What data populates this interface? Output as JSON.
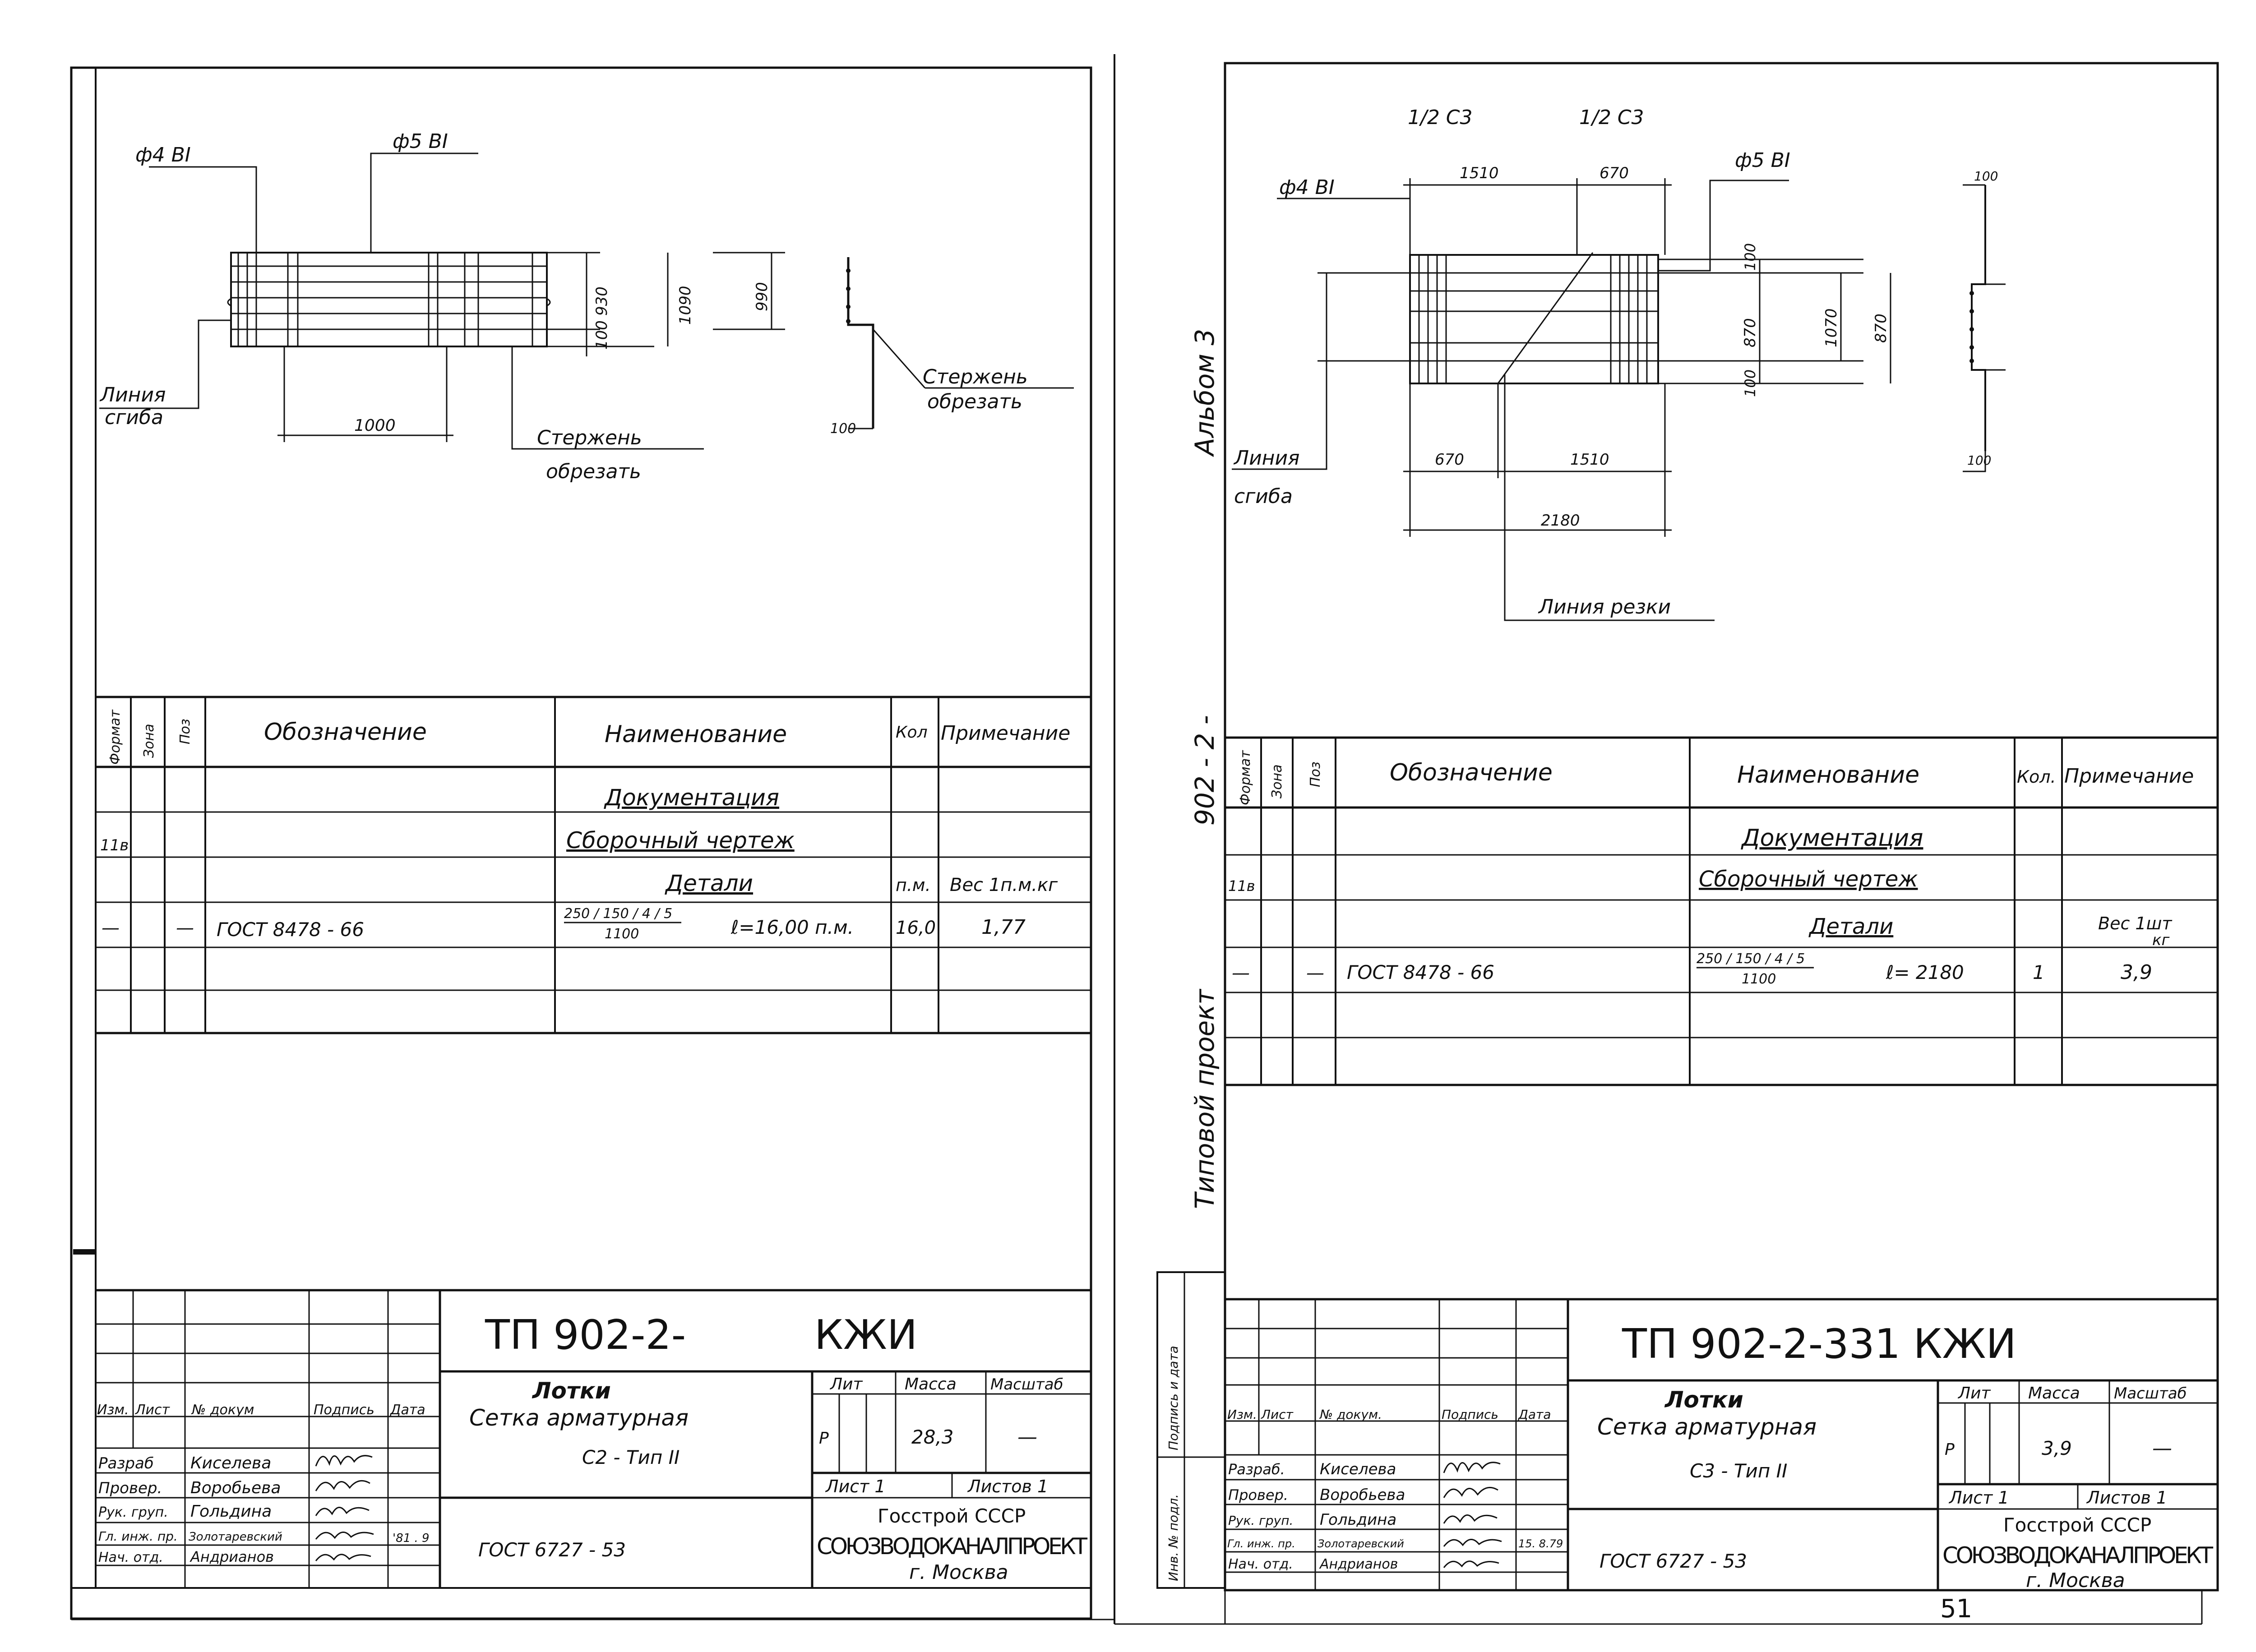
{
  "colors": {
    "ink": "#111111",
    "paper": "#ffffff"
  },
  "left_sheet": {
    "drawing": {
      "rebar_small": "ф4 ВI",
      "rebar_large": "ф5 ВI",
      "dim_930": "930",
      "dim_1090": "1090",
      "dim_990": "990",
      "dim_100_a": "100",
      "dim_100_b": "100",
      "dim_1000": "1000",
      "bend_line_1": "Линия",
      "bend_line_2": "сгиба",
      "cut_rod_1": "Стержень",
      "cut_rod_2": "обрезать",
      "cut_rod_b1": "Стержень",
      "cut_rod_b2": "обрезать"
    },
    "spec": {
      "headers": {
        "format": "Формат",
        "zone": "Зона",
        "pos": "Поз",
        "designation": "Обозначение",
        "name": "Наименование",
        "qty": "Кол",
        "note": "Примечание"
      },
      "section_docs": "Документация",
      "assembly": "Сборочный чертеж",
      "format_a4": "11в",
      "section_parts": "Детали",
      "unit": "п.м.",
      "weight_note": "Вес 1п.м.кг",
      "dash1": "—",
      "dash2": "—",
      "gost": "ГОСТ  8478 - 66",
      "mesh_top": "250 / 150 / 4 / 5",
      "mesh_bottom": "1100",
      "length": "ℓ=16,00 п.м.",
      "qty": "16,0",
      "weight": "1,77"
    },
    "title_block": {
      "code": "ТП  902-2-",
      "code_tail": "КЖИ",
      "hdr_change": "Изм.",
      "hdr_sheet": "Лист",
      "hdr_docno": "№ докум",
      "hdr_sign": "Подпись",
      "hdr_date": "Дата",
      "roles": [
        "Разраб",
        "Провер.",
        "Рук. груп.",
        "Гл. инж. пр.",
        "Нач. отд."
      ],
      "people": [
        "Киселева",
        "Воробьева",
        "Гольдина",
        "Золотаревский",
        "Андрианов"
      ],
      "date_text": "'81 . 9",
      "title_1": "Лотки",
      "title_2": "Сетка  арматурная",
      "title_3": "С2 - Тип II",
      "gost": "ГОСТ  6727 - 53",
      "lit": "Лит",
      "mass": "Масса",
      "scale": "Масштаб",
      "lit_val": "Р",
      "mass_val": "28,3",
      "scale_val": "—",
      "sheet": "Лист 1",
      "sheets": "Листов 1",
      "org_1": "Госстрой СССР",
      "org_2": "СОЮЗВОДОКАНАЛПРОЕКТ",
      "org_3": "г. Москва"
    }
  },
  "right_sheet": {
    "side": {
      "album": "Альбом 3",
      "project_code": "902 - 2 -",
      "typical": "Типовой   проект"
    },
    "stamp_col": {
      "sign_date": "Подпись и дата",
      "inv_no": "Инв. № подл."
    },
    "drawing": {
      "half_c3_a": "1/2 С3",
      "half_c3_b": "1/2 С3",
      "rebar_small": "ф4 ВI",
      "rebar_large": "ф5 ВI",
      "dim_1510_top": "1510",
      "dim_670_top": "670",
      "dim_100_top": "100",
      "dim_100_a": "100",
      "dim_870_a": "870",
      "dim_1070": "1070",
      "dim_870_b": "870",
      "dim_100_b": "100",
      "dim_670_bot": "670",
      "dim_1510_bot": "1510",
      "dim_2180": "2180",
      "dim_100_bot": "100",
      "bend_line_1": "Линия",
      "bend_line_2": "сгиба",
      "cut_line": "Линия   резки"
    },
    "spec": {
      "headers": {
        "format": "Формат",
        "zone": "Зона",
        "pos": "Поз",
        "designation": "Обозначение",
        "name": "Наименование",
        "qty": "Кол.",
        "note": "Примечание"
      },
      "section_docs": "Документация",
      "assembly": "Сборочный чертеж",
      "format_a4": "11в",
      "section_parts": "Детали",
      "weight_note_1": "Вес 1шт",
      "weight_note_2": "кг",
      "dash1": "—",
      "dash2": "—",
      "gost": "ГОСТ  8478 - 66",
      "mesh_top": "250 / 150 / 4 / 5",
      "mesh_bottom": "1100",
      "length": "ℓ= 2180",
      "qty": "1",
      "weight": "3,9"
    },
    "title_block": {
      "code": "ТП  902-2-331  КЖИ",
      "hdr_change": "Изм.",
      "hdr_sheet": "Лист",
      "hdr_docno": "№ докум.",
      "hdr_sign": "Подпись",
      "hdr_date": "Дата",
      "roles": [
        "Разраб.",
        "Провер.",
        "Рук. груп.",
        "Гл. инж. пр.",
        "Нач. отд."
      ],
      "people": [
        "Киселева",
        "Воробьева",
        "Гольдина",
        "Золотаревский",
        "Андрианов"
      ],
      "date_text": "15. 8.79",
      "title_1": "Лотки",
      "title_2": "Сетка  арматурная",
      "title_3": "С3 - Тип II",
      "gost": "ГОСТ  6727 - 53",
      "lit": "Лит",
      "mass": "Масса",
      "scale": "Масштаб",
      "lit_val": "Р",
      "mass_val": "3,9",
      "scale_val": "—",
      "sheet": "Лист 1",
      "sheets": "Листов 1",
      "org_1": "Госстрой СССР",
      "org_2": "СОЮЗВОДОКАНАЛПРОЕКТ",
      "org_3": "г. Москва"
    },
    "page_number": "51"
  }
}
